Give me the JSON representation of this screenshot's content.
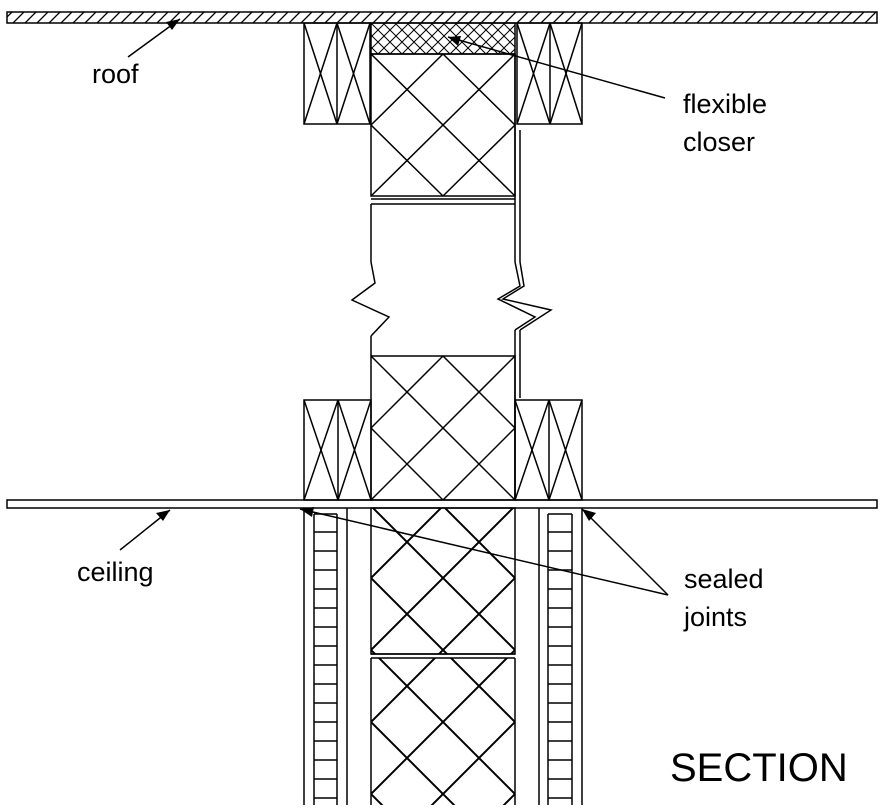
{
  "labels": {
    "roof": "roof",
    "flexible_closer_line1": "flexible",
    "flexible_closer_line2": "closer",
    "ceiling": "ceiling",
    "sealed_joints_line1": "sealed",
    "sealed_joints_line2": "joints",
    "section_title": "SECTION"
  },
  "colors": {
    "line": "#000000",
    "background": "#ffffff"
  }
}
